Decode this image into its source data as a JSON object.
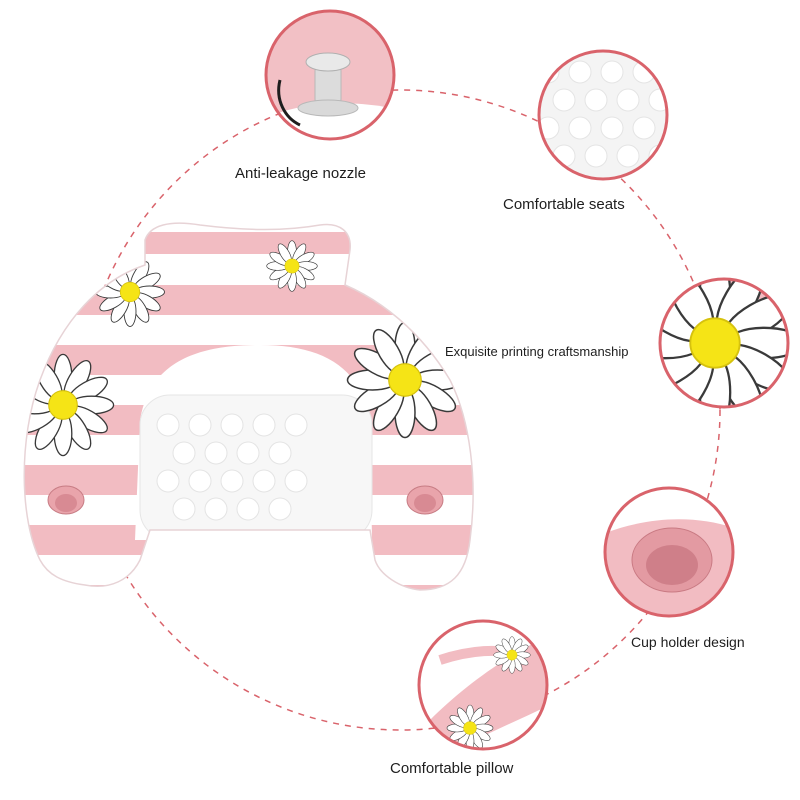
{
  "features": {
    "nozzle": "Anti-leakage nozzle",
    "seats": "Comfortable seats",
    "printing": "Exquisite printing craftsmanship",
    "cup_holder": "Cup holder design",
    "pillow": "Comfortable pillow"
  },
  "colors": {
    "accent_ring": "#d9636b",
    "pink_stripe": "#f2bcc2",
    "daisy_center": "#f5e416",
    "outline": "#1e1e1e"
  }
}
